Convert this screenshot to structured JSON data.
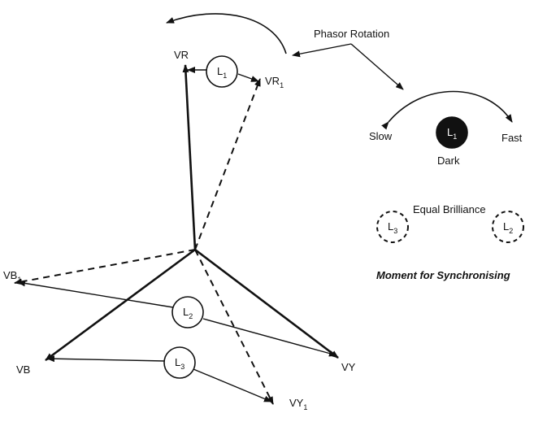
{
  "diagram": {
    "phasors": {
      "vr": {
        "label": "VR"
      },
      "vr1": {
        "label": "VR",
        "sub": "1"
      },
      "vy": {
        "label": "VY"
      },
      "vy1": {
        "label": "VY",
        "sub": "1"
      },
      "vb": {
        "label": "VB"
      },
      "vb1": {
        "label": "VB",
        "sub": "1"
      }
    },
    "lamps": {
      "l1": {
        "label": "L",
        "sub": "1"
      },
      "l2": {
        "label": "L",
        "sub": "2"
      },
      "l3": {
        "label": "L",
        "sub": "3"
      }
    },
    "phasor_rotation_label": "Phasor Rotation",
    "lamp_panel": {
      "slow": "Slow",
      "fast": "Fast",
      "dark": "Dark",
      "dark_lamp": {
        "label": "L",
        "sub": "1"
      },
      "equal_brilliance": "Equal Brilliance",
      "left_lamp": {
        "label": "L",
        "sub": "3"
      },
      "right_lamp": {
        "label": "L",
        "sub": "2"
      },
      "caption": "Moment for Synchronising"
    }
  }
}
